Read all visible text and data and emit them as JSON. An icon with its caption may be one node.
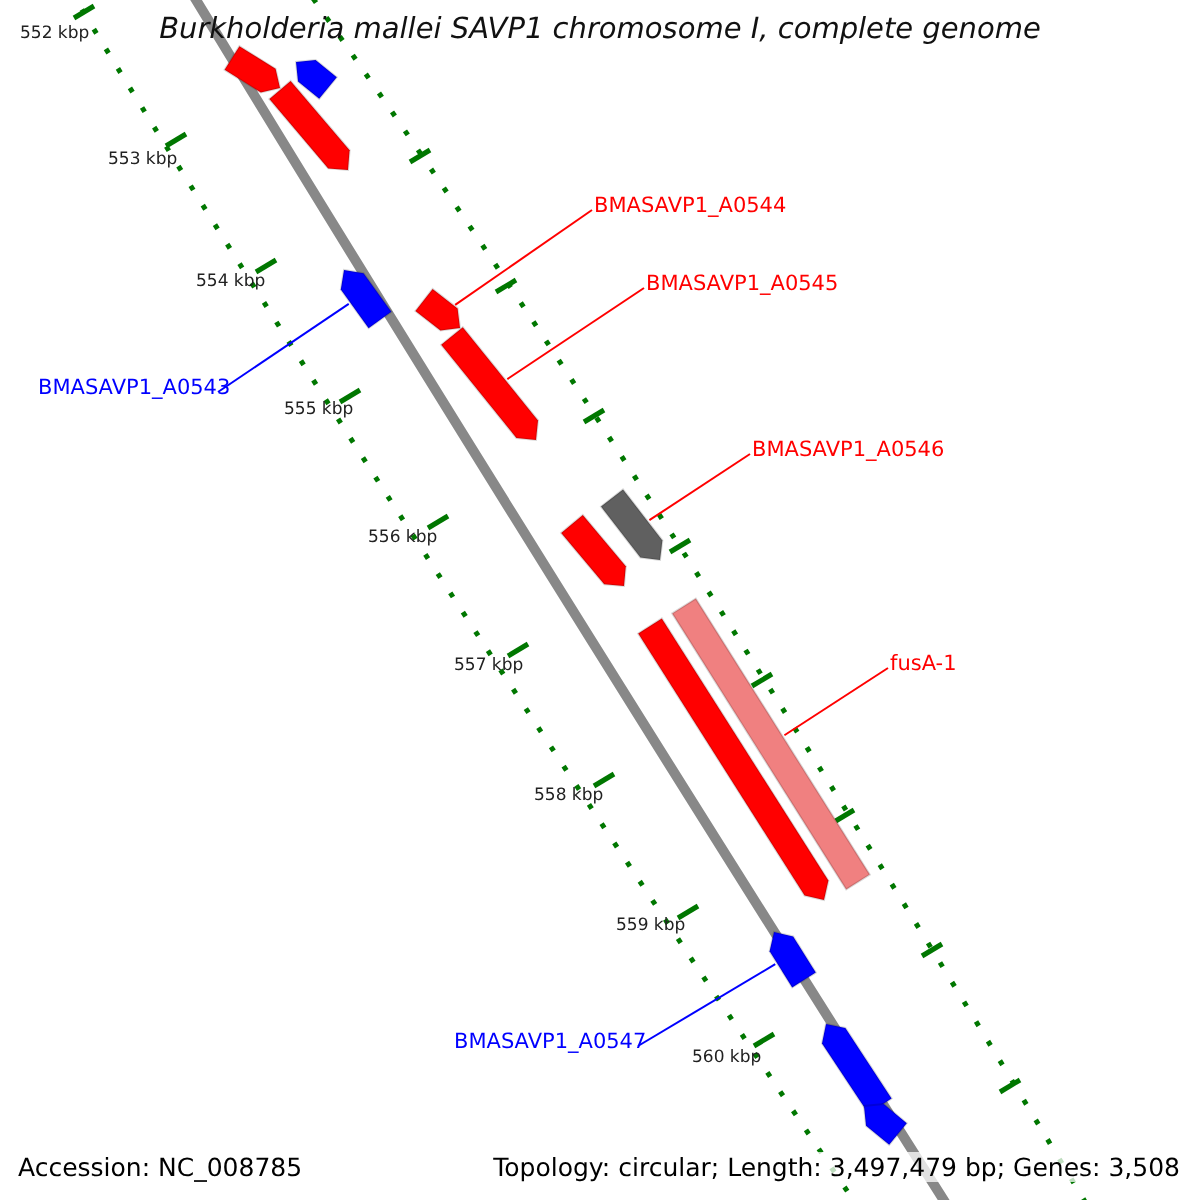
{
  "diagram": {
    "title": "Burkholderia mallei SAVP1 chromosome I, complete genome",
    "nodes": [
      {
        "text": [
          "BMASAVP1_A0544"
        ]
      },
      {
        "text": [
          "BMASAVP1_A0545"
        ]
      },
      {
        "text": [
          "BMASAVP1_A0543"
        ]
      },
      {
        "text": [
          "BMASAVP1_A0546"
        ]
      },
      {
        "text": [
          "fusA-1"
        ]
      },
      {
        "text": [
          "BMASAVP1_A0547"
        ]
      },
      {
        "text": [],
        "shape": "arrow"
      },
      {
        "text": [],
        "shape": "arrow"
      },
      {
        "text": [],
        "shape": "arrow"
      },
      {
        "text": [],
        "shape": "arrow"
      },
      {
        "text": [],
        "shape": "arrow"
      },
      {
        "text": [],
        "shape": "arrow"
      },
      {
        "text": [],
        "shape": "arrow"
      },
      {
        "text": [],
        "shape": "arrow"
      },
      {
        "text": [],
        "shape": "bar"
      },
      {
        "text": [],
        "shape": "arrow"
      },
      {
        "text": [],
        "shape": "arrow"
      },
      {
        "text": [],
        "shape": "arrow"
      },
      {
        "text": [],
        "shape": "arrow"
      }
    ],
    "edges": [
      {
        "from": 0,
        "to": 10,
        "arrow": "none"
      },
      {
        "from": 1,
        "to": 11,
        "arrow": "none"
      },
      {
        "from": 2,
        "to": 9,
        "arrow": "none",
        "color": "#0000ff"
      },
      {
        "from": 3,
        "to": 12,
        "arrow": "none"
      },
      {
        "from": 4,
        "to": 14,
        "arrow": "none"
      },
      {
        "from": 5,
        "to": 16,
        "arrow": "none",
        "color": "#0000ff"
      }
    ],
    "labels": [
      "552 kbp",
      "553 kbp",
      "554 kbp",
      "555 kbp",
      "556 kbp",
      "557 kbp",
      "558 kbp",
      "559 kbp",
      "560 kbp",
      "Accession: NC_008785",
      "Topology: circular; Length: 3,497,479 bp; Genes: 3,508"
    ]
  }
}
